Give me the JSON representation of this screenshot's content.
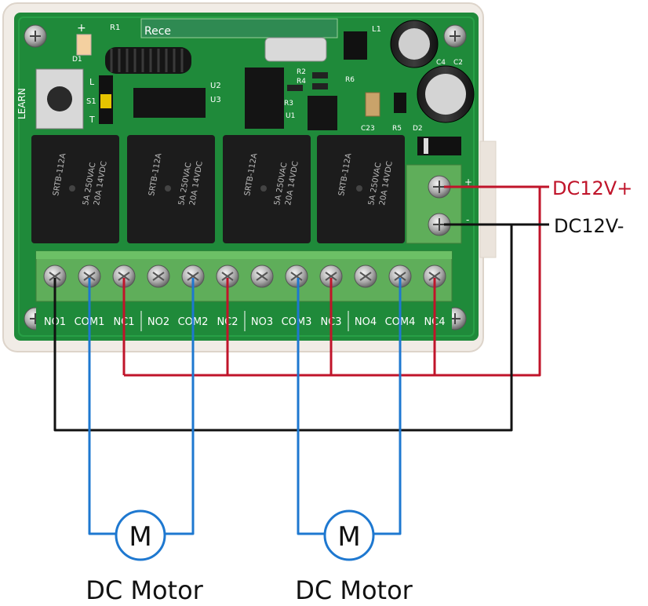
{
  "board": {
    "learn_label": "LEARN",
    "switch_labels": [
      "L",
      "S1",
      "T"
    ],
    "antenna_label": "Rece",
    "component_labels": [
      "R1",
      "D1",
      "L1",
      "U2",
      "U3",
      "U1",
      "R2",
      "R4",
      "R6",
      "R3",
      "R5",
      "D2",
      "C23",
      "C4",
      "C2"
    ],
    "relay_text": [
      "SRTB-112A",
      "5A 250VAC",
      "20A 14VDC"
    ],
    "terminal_labels": [
      "NO1",
      "COM1",
      "NC1",
      "NO2",
      "COM2",
      "NC2",
      "NO3",
      "COM3",
      "NC3",
      "NO4",
      "COM4",
      "NC4"
    ],
    "power_signs": [
      "+",
      "-"
    ]
  },
  "power": {
    "positive_label": "DC12V+",
    "negative_label": "DC12V-",
    "positive_color": "#c0142a",
    "negative_color": "#111111"
  },
  "wires": {
    "motor_color": "#1e78d0"
  },
  "motors": [
    {
      "symbol": "M",
      "caption": "DC Motor"
    },
    {
      "symbol": "M",
      "caption": "DC Motor"
    }
  ],
  "colors": {
    "pcb": "#1f8a3a",
    "enclosure": "#f1ece6",
    "terminal_block": "#5fae5a",
    "relay": "#1c1c1c",
    "motor_ring": "#1e78d0"
  }
}
